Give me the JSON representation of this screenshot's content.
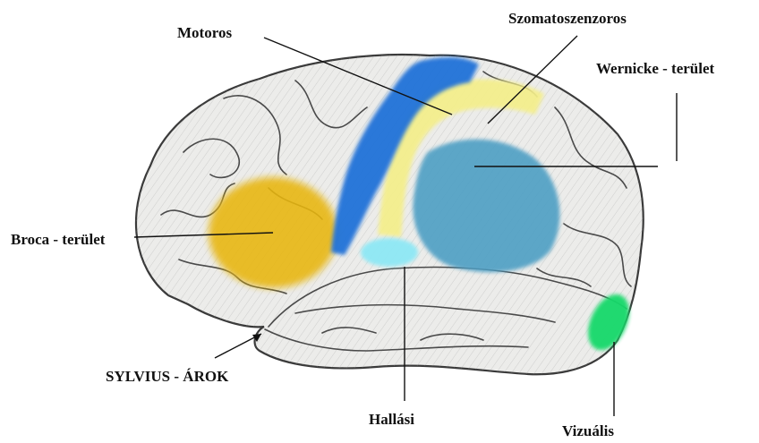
{
  "diagram": {
    "labels": {
      "motoros": "Motoros",
      "szomato": "Szomatoszenzoros",
      "wernicke": "Wernicke - terület",
      "broca": "Broca - terület",
      "sylvius": "SYLVIUS - ÁROK",
      "hallasi": "Hallási",
      "vizualis": "Vizuális"
    },
    "colors": {
      "motor_area": "#1e6fd8",
      "somatosensory_area": "#f4ef8a",
      "wernicke_area": "#4d9fc4",
      "broca_area": "#e8b60c",
      "auditory_area": "#8ee8f5",
      "visual_area": "#18d96a",
      "brain_fill": "#ececea",
      "outline": "#3a3a3a"
    }
  }
}
